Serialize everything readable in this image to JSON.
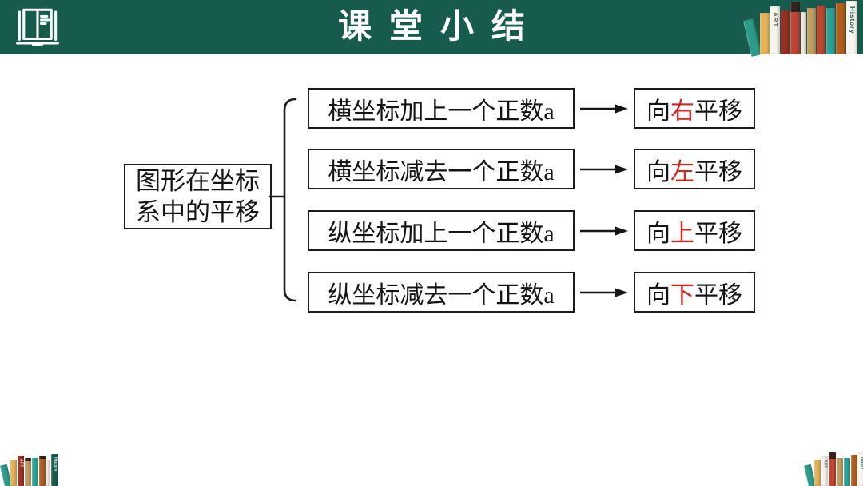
{
  "header": {
    "title": "课堂小结",
    "bg_color": "#175b4f",
    "title_color": "#ffffff"
  },
  "diagram": {
    "root": {
      "line1": "图形在坐标",
      "line2": "系中的平移"
    },
    "rows": [
      {
        "condition": "横坐标加上一个正数a",
        "result_prefix": "向",
        "result_keyword": "右",
        "result_suffix": "平移"
      },
      {
        "condition": "横坐标减去一个正数a",
        "result_prefix": "向",
        "result_keyword": "左",
        "result_suffix": "平移"
      },
      {
        "condition": "纵坐标加上一个正数a",
        "result_prefix": "向",
        "result_keyword": "上",
        "result_suffix": "平移"
      },
      {
        "condition": "纵坐标减去一个正数a",
        "result_prefix": "向",
        "result_keyword": "下",
        "result_suffix": "平移"
      }
    ],
    "keyword_color": "#cf271d",
    "border_color": "#1c1c1c"
  },
  "decor": {
    "shelves": {
      "top_right": [
        {
          "w": 13,
          "h": 46,
          "c": "#2e9a89",
          "lean": true
        },
        {
          "w": 12,
          "h": 52,
          "c": "#e3b259"
        },
        {
          "w": 12,
          "h": 60,
          "c": "#f6f3ea",
          "label": "ART",
          "fg": "#6b6b6b"
        },
        {
          "w": 11,
          "h": 55,
          "c": "#933126"
        },
        {
          "w": 12,
          "h": 66,
          "c": "#bf4434",
          "cap": 13
        },
        {
          "w": 7,
          "h": 53,
          "c": "#efe8da"
        },
        {
          "w": 11,
          "h": 58,
          "c": "#bf9c62"
        },
        {
          "w": 11,
          "h": 61,
          "c": "#b94732"
        },
        {
          "w": 11,
          "h": 58,
          "c": "#2da095"
        },
        {
          "w": 12,
          "h": 64,
          "c": "#b05d20"
        },
        {
          "w": 14,
          "h": 67,
          "c": "#f8f5ee",
          "label": "History",
          "fg": "#1c5b50"
        }
      ],
      "bottom_left": [
        {
          "w": 9,
          "h": 28,
          "c": "#2e9a89",
          "lean": true
        },
        {
          "w": 8,
          "h": 33,
          "c": "#e3b259"
        },
        {
          "w": 8,
          "h": 38,
          "c": "#9a3327",
          "label": "ART",
          "fg": "#e8e0d0"
        },
        {
          "w": 8,
          "h": 35,
          "c": "#bf9c62",
          "cap": 4
        },
        {
          "w": 8,
          "h": 35,
          "c": "#2da095"
        },
        {
          "w": 8,
          "h": 38,
          "c": "#b05d20",
          "cap": 4
        },
        {
          "w": 5,
          "h": 33,
          "c": "#efe8da"
        },
        {
          "w": 9,
          "h": 40,
          "c": "#175b4f",
          "label": "History",
          "fg": "#dce8e4"
        }
      ],
      "bottom_right": [
        {
          "w": 9,
          "h": 28,
          "c": "#2e9a89",
          "lean": true
        },
        {
          "w": 8,
          "h": 33,
          "c": "#e3b259"
        },
        {
          "w": 8,
          "h": 37,
          "c": "#f6f3ea",
          "label": "ART",
          "fg": "#6b6b6b"
        },
        {
          "w": 9,
          "h": 42,
          "c": "#bf4434",
          "cap": 8
        },
        {
          "w": 8,
          "h": 35,
          "c": "#bf9c62"
        },
        {
          "w": 8,
          "h": 35,
          "c": "#2da095"
        },
        {
          "w": 8,
          "h": 39,
          "c": "#b05d20"
        },
        {
          "w": 9,
          "h": 42,
          "c": "#f8f5ee",
          "label": "History",
          "fg": "#1c5b50"
        }
      ]
    }
  }
}
